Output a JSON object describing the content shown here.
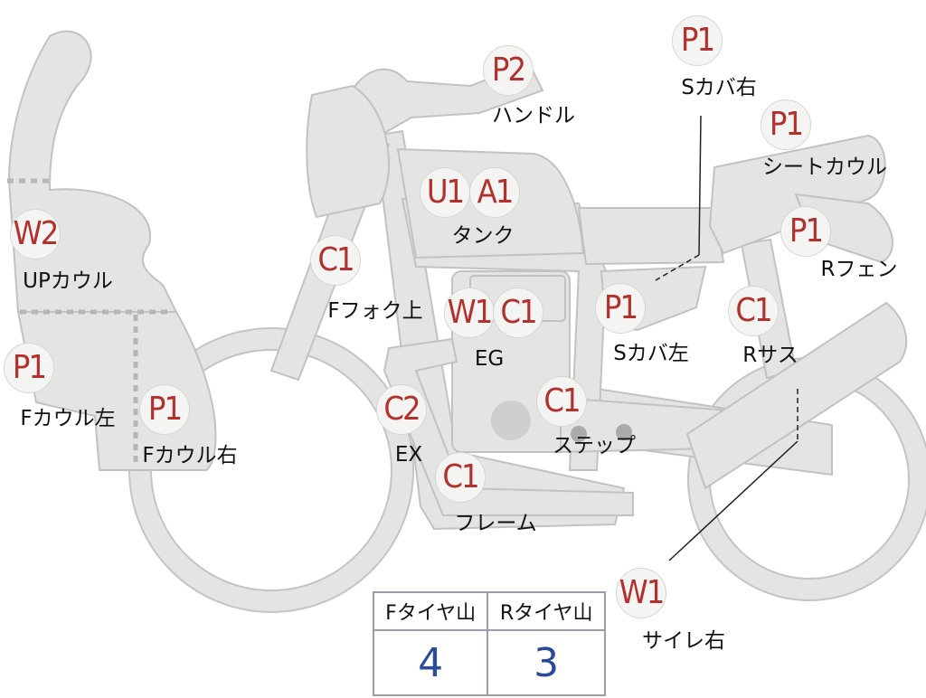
{
  "parts": [
    {
      "id": "handle",
      "code": "P2",
      "label": "ハンドル"
    },
    {
      "id": "tank-u",
      "code": "U1",
      "label": ""
    },
    {
      "id": "tank-a",
      "code": "A1",
      "label": "タンク"
    },
    {
      "id": "up-cowl",
      "code": "W2",
      "label": "UPカウル"
    },
    {
      "id": "fork-top",
      "code": "C1",
      "label": "Fフォク上"
    },
    {
      "id": "eg-w",
      "code": "W1",
      "label": ""
    },
    {
      "id": "eg-c",
      "code": "C1",
      "label": "EG"
    },
    {
      "id": "side-cover-left",
      "code": "P1",
      "label": "Sカバ左"
    },
    {
      "id": "side-cover-right",
      "code": "P1",
      "label": "Sカバ右"
    },
    {
      "id": "seat-cowl",
      "code": "P1",
      "label": "シートカウル"
    },
    {
      "id": "rear-fender",
      "code": "P1",
      "label": "Rフェン"
    },
    {
      "id": "rear-sus",
      "code": "C1",
      "label": "Rサス"
    },
    {
      "id": "cowl-left",
      "code": "P1",
      "label": "Fカウル左"
    },
    {
      "id": "cowl-right",
      "code": "P1",
      "label": "Fカウル右"
    },
    {
      "id": "exhaust",
      "code": "C2",
      "label": "EX"
    },
    {
      "id": "step",
      "code": "C1",
      "label": "ステップ"
    },
    {
      "id": "frame",
      "code": "C1",
      "label": "フレーム"
    },
    {
      "id": "muffler-right",
      "code": "W1",
      "label": "サイレ右"
    }
  ],
  "tire_table": {
    "front_header": "Fタイヤ山",
    "rear_header": "Rタイヤ山",
    "front_value": "4",
    "rear_value": "3"
  }
}
